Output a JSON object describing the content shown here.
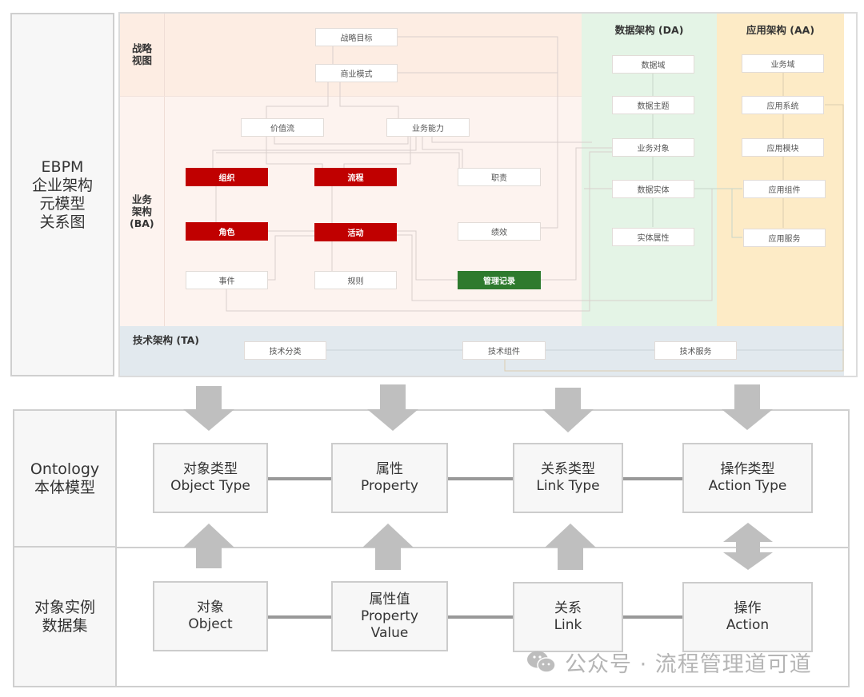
{
  "top": {
    "title_lines": [
      "EBPM",
      "企业架构",
      "元模型",
      "关系图"
    ],
    "zones": {
      "strategy": {
        "label_lines": [
          "战略",
          "视图"
        ],
        "color": "#fdede3"
      },
      "ba": {
        "label_lines": [
          "业务",
          "架构",
          "(BA)"
        ],
        "color": "#fdf3ef"
      },
      "da": {
        "label": "数据架构 (DA)",
        "color": "#e4f4e6"
      },
      "aa": {
        "label": "应用架构 (AA)",
        "color": "#fdebc6"
      },
      "ta": {
        "label": "技术架构 (TA)",
        "color": "#e2e9ee"
      }
    },
    "nodes": {
      "strategic_goal": "战略目标",
      "business_model": "商业模式",
      "value_stream": "价值流",
      "capability": "业务能力",
      "organization": "组织",
      "process": "流程",
      "responsibility": "职责",
      "role": "角色",
      "activity": "活动",
      "performance": "绩效",
      "event": "事件",
      "rule": "规则",
      "mgmt_record": "管理记录",
      "data_domain": "数据域",
      "data_subject": "数据主题",
      "business_object": "业务对象",
      "data_entity": "数据实体",
      "entity_attribute": "实体属性",
      "business_domain": "业务域",
      "app_system": "应用系统",
      "app_module": "应用模块",
      "app_component": "应用组件",
      "app_service": "应用服务",
      "tech_category": "技术分类",
      "tech_component": "技术组件",
      "tech_service": "技术服务"
    },
    "highlight_colors": {
      "core": "#c00000",
      "record": "#2e7a2e"
    }
  },
  "bottom": {
    "row_labels": {
      "ontology": [
        "Ontology",
        "本体模型"
      ],
      "instances": [
        "对象实例",
        "数据集"
      ]
    },
    "ontology_boxes": [
      {
        "zh": "对象类型",
        "en": "Object Type"
      },
      {
        "zh": "属性",
        "en": "Property"
      },
      {
        "zh": "关系类型",
        "en": "Link Type"
      },
      {
        "zh": "操作类型",
        "en": "Action Type"
      }
    ],
    "instance_boxes": [
      {
        "zh": "对象",
        "en": "Object"
      },
      {
        "zh": "属性值",
        "en": "Property Value"
      },
      {
        "zh": "关系",
        "en": "Link"
      },
      {
        "zh": "操作",
        "en": "Action"
      }
    ]
  },
  "watermark": {
    "icon": "wechat-icon",
    "text": "公众号 · 流程管理道可道"
  }
}
